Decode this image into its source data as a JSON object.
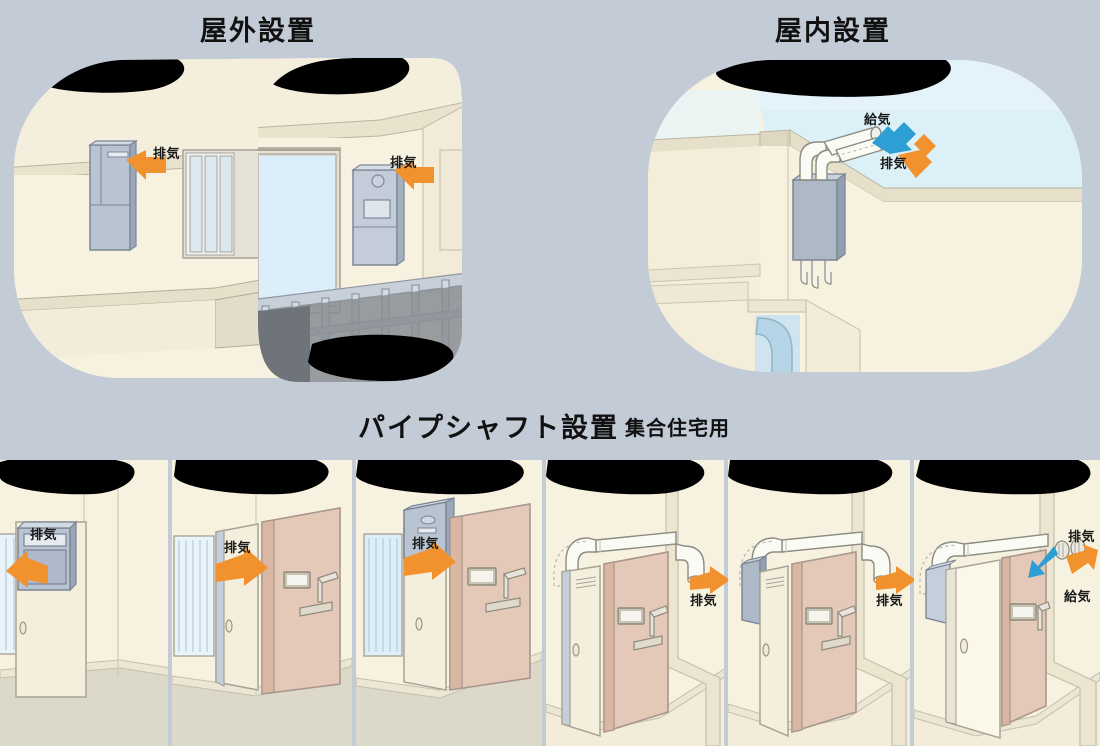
{
  "page": {
    "background_color": "#c2cbd6",
    "ink_color": "#1a1a1a"
  },
  "palette": {
    "background": "#c2cbd6",
    "wall_cream": "#f7f2e0",
    "wall_cream_dark": "#ece5d0",
    "wall_shade": "#e3ddc8",
    "sky_blue": "#dcf0f8",
    "glass_blue": "#d9eef8",
    "unit_gray": "#b9c4d2",
    "unit_gray_light": "#ccd5e0",
    "unit_gray_dark": "#9aa7b8",
    "door_pink": "#e5c9b8",
    "door_pink_dark": "#d9b7a3",
    "floor_gray": "#ddd9c8",
    "exhaust_orange": "#f2922f",
    "supply_blue": "#2e9fd4",
    "outline": "#8e8b7c",
    "redaction": "#000000",
    "pipe_white": "#fdfdfa",
    "tub_blue": "#bcd9ea"
  },
  "titles": {
    "outdoor": "屋外設置",
    "indoor": "屋内設置",
    "pipe_shaft": "パイプシャフト設置",
    "pipe_shaft_sub": "集合住宅用"
  },
  "labels": {
    "exhaust": "排気",
    "supply": "給気"
  },
  "sections": [
    {
      "id": "outdoor",
      "title": "屋外設置",
      "panels": [
        {
          "id": "outdoor-wall-mount",
          "description": "水色の給湯器が外壁に設置され、右向きの排気矢印",
          "annotations": [
            {
              "label": "排気",
              "type": "exhaust",
              "arrow": "right"
            }
          ],
          "redactions": 1
        },
        {
          "id": "outdoor-balcony",
          "description": "バルコニー手すりのある壁面に給湯器を設置、右向きの排気矢印",
          "annotations": [
            {
              "label": "排気",
              "type": "exhaust",
              "arrow": "right"
            }
          ],
          "redactions": 2
        }
      ]
    },
    {
      "id": "indoor",
      "title": "屋内設置",
      "panels": [
        {
          "id": "indoor-bathroom",
          "description": "浴室の壁に給湯器を設置し、壁貫通ダクトで給気・排気",
          "annotations": [
            {
              "label": "給気",
              "type": "supply",
              "arrow": "left-down"
            },
            {
              "label": "排気",
              "type": "exhaust",
              "arrow": "right-up"
            }
          ],
          "redactions": 1
        }
      ]
    },
    {
      "id": "pipe-shaft",
      "title": "パイプシャフト設置",
      "subtitle": "集合住宅用",
      "panels": [
        {
          "id": "ps-1",
          "description": "PS内の給湯器からルーバーへ左向き排気",
          "annotations": [
            {
              "label": "排気",
              "type": "exhaust",
              "arrow": "left"
            }
          ],
          "redactions": 1
        },
        {
          "id": "ps-2",
          "description": "PS扉の上部から玄関ドア側へ右向き排気",
          "annotations": [
            {
              "label": "排気",
              "type": "exhaust",
              "arrow": "right"
            }
          ],
          "redactions": 1
        },
        {
          "id": "ps-3",
          "description": "PS上部の給湯器本体から右向き排気",
          "annotations": [
            {
              "label": "排気",
              "type": "exhaust",
              "arrow": "right"
            }
          ],
          "redactions": 1
        },
        {
          "id": "ps-4",
          "description": "天井の横引きダクトとエルボ排気口、下向き排気",
          "annotations": [
            {
              "label": "排気",
              "type": "exhaust",
              "arrow": "right"
            }
          ],
          "redactions": 1
        },
        {
          "id": "ps-5",
          "description": "PS内給湯器から天井ダクト経由でエルボ排気口へ",
          "annotations": [
            {
              "label": "排気",
              "type": "exhaust",
              "arrow": "right"
            }
          ],
          "redactions": 1
        },
        {
          "id": "ps-6",
          "description": "丸型給排気口二口、排気と給気の両矢印",
          "annotations": [
            {
              "label": "排気",
              "type": "exhaust",
              "arrow": "right-down"
            },
            {
              "label": "給気",
              "type": "supply",
              "arrow": "left-up"
            }
          ],
          "redactions": 1
        }
      ]
    }
  ]
}
